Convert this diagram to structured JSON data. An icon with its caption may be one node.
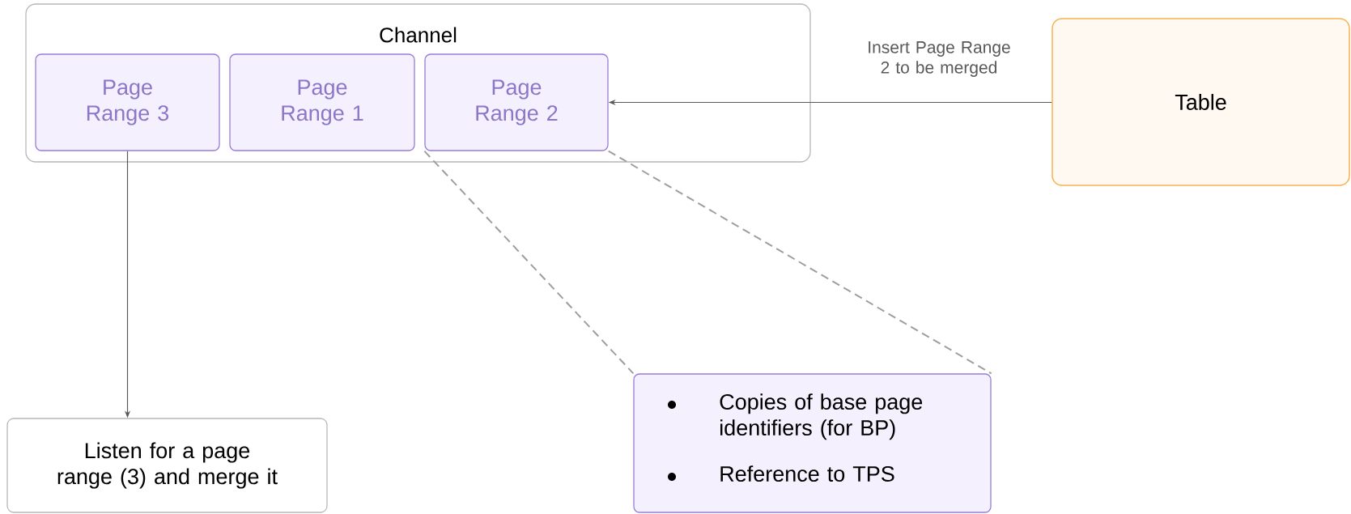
{
  "diagram": {
    "nodes": [
      {
        "text": [
          "Channel"
        ]
      },
      {
        "text": [
          "Page Range 3"
        ],
        "in": 0
      },
      {
        "text": [
          "Page Range 1"
        ],
        "in": 0
      },
      {
        "text": [
          "Page Range 2"
        ],
        "in": 0
      },
      {
        "text": [
          "Table"
        ]
      },
      {
        "text": [
          "Listen for a page range (3) and merge it"
        ]
      },
      {
        "text": [
          "Copies of base page identifiers (for BP)",
          "Reference to TPS"
        ]
      }
    ],
    "edges": [
      {
        "from": 4,
        "to": 3,
        "arrow": "to",
        "label": "Insert Page Range 2 to be merged"
      },
      {
        "from": 1,
        "to": 5,
        "arrow": "to"
      },
      {
        "from": 3,
        "to": 6,
        "arrow": "none",
        "style": "dashed"
      },
      {
        "from": 3,
        "to": 6,
        "arrow": "none",
        "style": "dashed"
      }
    ]
  }
}
